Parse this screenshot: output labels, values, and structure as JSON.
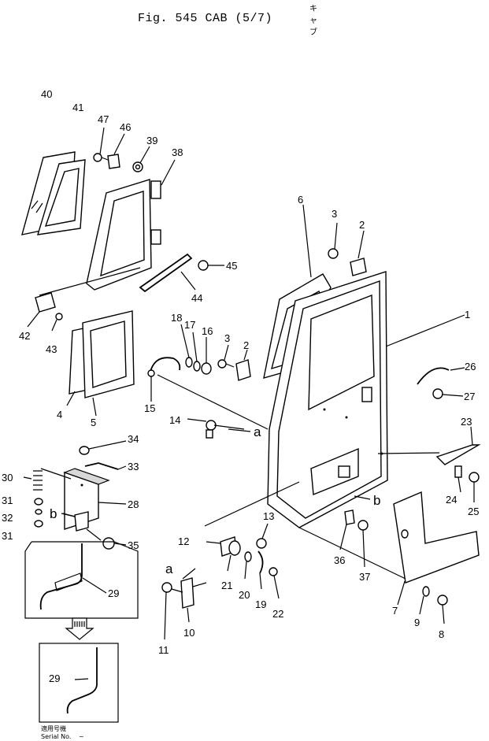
{
  "figure": {
    "title": "Fig. 545 CAB (5/7)",
    "title_ruby": "キャブ"
  },
  "callouts": [
    "1",
    "2",
    "3",
    "4",
    "5",
    "6",
    "7",
    "8",
    "9",
    "10",
    "11",
    "12",
    "13",
    "14",
    "15",
    "16",
    "17",
    "18",
    "19",
    "20",
    "21",
    "22",
    "23",
    "24",
    "25",
    "26",
    "27",
    "28",
    "29",
    "30",
    "31",
    "32",
    "33",
    "34",
    "35",
    "36",
    "37",
    "38",
    "39",
    "40",
    "41",
    "42",
    "43",
    "44",
    "45",
    "46",
    "47"
  ],
  "reference_letters": [
    "a",
    "b"
  ],
  "serial_box": {
    "label_jp": "適用号機",
    "label_en": "Serial No.",
    "value": "~"
  }
}
